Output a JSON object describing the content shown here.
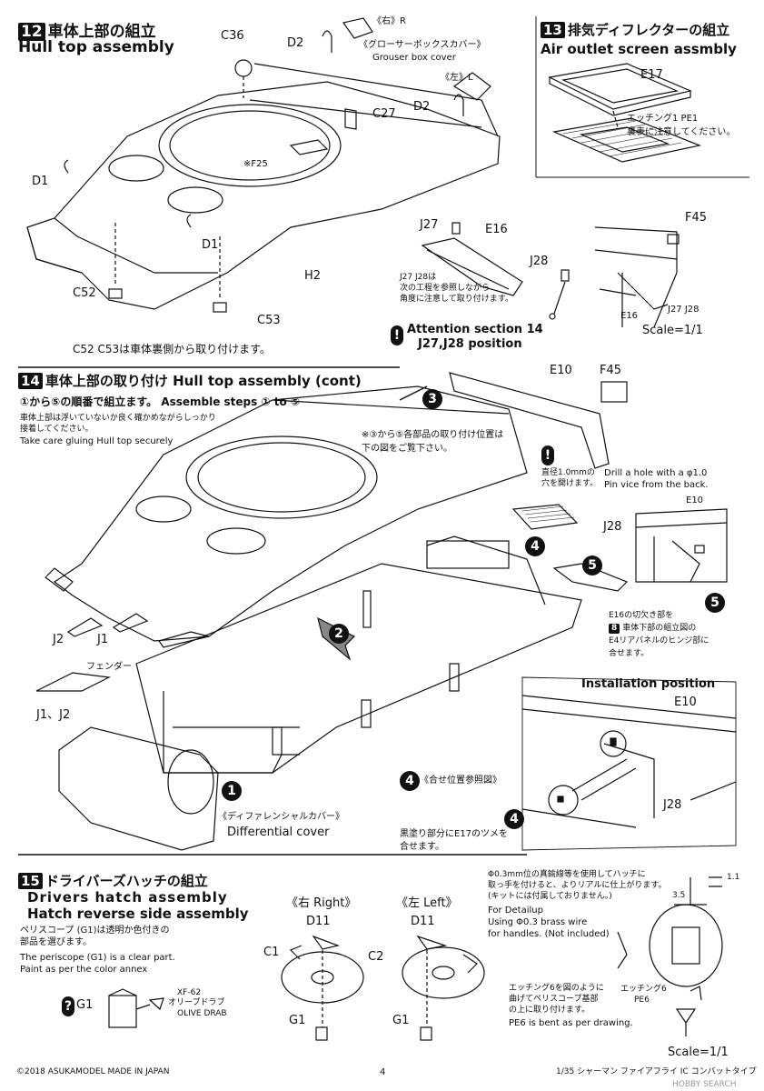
{
  "step12": {
    "num": "12",
    "title_jp": "車体上部の組立",
    "title_en": "Hull top assembly",
    "parts": {
      "c36": "C36",
      "d2_top": "D2",
      "right_jp": "《右》R",
      "grouser_jp": "《グローサーボックスカバー》",
      "grouser_en": "Grouser box cover",
      "left_jp": "《左》L",
      "d2_right": "D2",
      "c27": "C27",
      "f25": "※F25",
      "d1_left": "D1",
      "d1_mid": "D1",
      "h2": "H2",
      "c52": "C52",
      "c53": "C53"
    },
    "note": "C52 C53は車体裏側から取り付けます。"
  },
  "step13": {
    "num": "13",
    "title_jp": "排気ディフレクターの組立",
    "title_en": "Air outlet screen assmbly",
    "e17": "E17",
    "etch_jp": "エッチング1  PE1",
    "etch_note": "裏表に注意してください。"
  },
  "mid": {
    "j27": "J27",
    "e16": "E16",
    "j28": "J28",
    "note_l1": "J27 J28は",
    "note_l2": "次の工程を参照しながら",
    "note_l3": "角度に注意して取り付けます。",
    "attention_l1": "Attention section 14",
    "attention_l2": "J27,J28 position",
    "f45": "F45",
    "e16_b": "E16",
    "j27_j28": "J27 J28",
    "scale": "Scale=1/1"
  },
  "step14": {
    "num": "14",
    "title_jp": "車体上部の取り付け",
    "title_en": "Hull top assembly (cont)",
    "order": "①から⑤の順番で組立ます。 Assemble steps ① to ⑤",
    "glue_jp1": "車体上部は浮いていないか良く確かめながらしっかり",
    "glue_jp2": "接着してください。",
    "glue_en": "Take care gluing Hull top securely",
    "ref_jp1": "※③から⑤各部品の取り付け位置は",
    "ref_jp2": "下の図をご覧下さい。",
    "e10": "E10",
    "f45": "F45",
    "drill_jp1": "直径1.0mmの",
    "drill_jp2": "穴を開けます。",
    "drill_en1": "Drill a hole with a  φ1.0",
    "drill_en2": "Pin vice from the back.",
    "e10_b": "E10",
    "j28": "J28",
    "hinge_jp1": "E16の切欠き部を",
    "hinge_num": "8",
    "hinge_jp2": "車体下部の組立図の",
    "hinge_jp3": "E4リアパネルのヒンジ部に",
    "hinge_jp4": "合せます。",
    "j2": "J2",
    "j1": "J1",
    "fender": "フェンダー",
    "j1j2": "J1、J2",
    "install": "Installation    position",
    "e10_c": "E10",
    "ref4": "《合せ位置参照図》",
    "j28_b": "J28",
    "black_jp1": "黒塗り部分にE17のツメを",
    "black_jp2": "合せます。",
    "diff_jp": "《ディファレンシャルカバー》",
    "diff_en": "Differential cover",
    "steps": [
      "1",
      "2",
      "3",
      "4",
      "5"
    ]
  },
  "step15": {
    "num": "15",
    "title_jp": "ドライバーズハッチの組立",
    "title_en1": "Drivers hatch assembly",
    "title_en2": "Hatch reverse side assembly",
    "peri_jp1": "ペリスコープ (G1)は透明か色付きの",
    "peri_jp2": "部品を選びます。",
    "peri_en1": "The periscope (G1) is a clear part.",
    "peri_en2": "Paint as per the color annex",
    "xf": "XF-62",
    "olive_jp": "オリーブドラブ",
    "olive_en": "OLIVE DRAB",
    "g1": "G1",
    "right": "《右 Right》",
    "left": "《左 Left》",
    "d11_r": "D11",
    "d11_l": "D11",
    "c1": "C1",
    "c2": "C2",
    "g1_r": "G1",
    "g1_l": "G1",
    "wire_jp1": "Φ0.3mm位の真鍮線等を使用してハッチに",
    "wire_jp2": "取っ手を付けると、よりリアルに仕上がります。",
    "wire_jp3": "(キットには付属しておりません。)",
    "wire_en1": "For Detailup",
    "wire_en2": "Using  Φ0.3 brass wire",
    "wire_en3": "for handles. (Not included)",
    "dim1": "1.1",
    "dim2": "3.5",
    "pe_jp1": "エッチング6を図のように",
    "pe_jp2": "曲げてペリスコープ基部",
    "pe_jp3": "の上に取り付けます。",
    "pe_en": "PE6 is bent as per drawing.",
    "pe6_jp": "エッチング6",
    "pe6": "PE6",
    "scale": "Scale=1/1"
  },
  "footer": {
    "copyright": "©2018 ASUKAMODEL   MADE IN JAPAN",
    "page": "4",
    "product": "1/35 シャーマン ファイアフライ IC コンバットタイプ",
    "watermark": "HOBBY SEARCH"
  }
}
